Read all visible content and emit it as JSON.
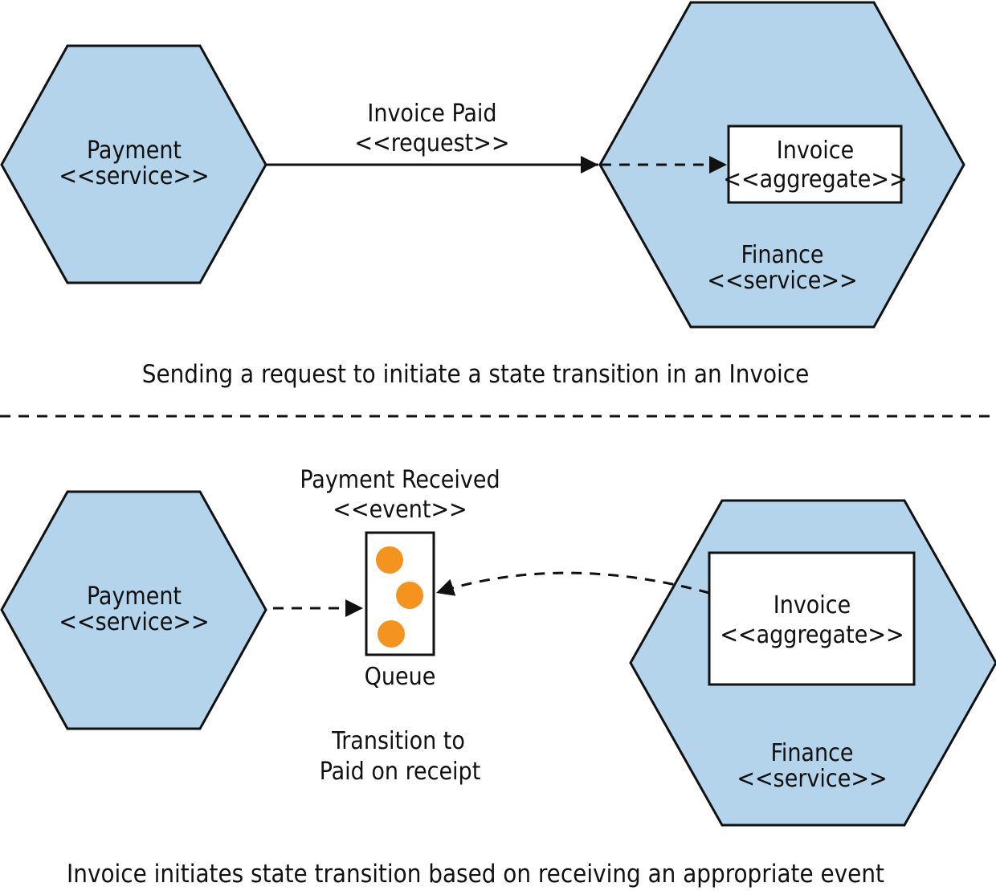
{
  "colors": {
    "hexagon_fill": "#b3d4ea",
    "stroke": "#111111",
    "event_dot": "#f4941e",
    "background": "#ffffff"
  },
  "top": {
    "payment": {
      "name": "Payment",
      "stereotype": "<<service>>"
    },
    "request": {
      "name": "Invoice Paid",
      "stereotype": "<<request>>"
    },
    "invoice": {
      "name": "Invoice",
      "stereotype": "<<aggregate>>"
    },
    "finance": {
      "name": "Finance",
      "stereotype": "<<service>>"
    },
    "caption": "Sending a request to initiate a state transition in an Invoice"
  },
  "bottom": {
    "payment": {
      "name": "Payment",
      "stereotype": "<<service>>"
    },
    "event": {
      "name": "Payment Received",
      "stereotype": "<<event>>"
    },
    "queue": {
      "label": "Queue"
    },
    "transition": {
      "line1": "Transition to",
      "line2": "Paid on receipt"
    },
    "invoice": {
      "name": "Invoice",
      "stereotype": "<<aggregate>>"
    },
    "finance": {
      "name": "Finance",
      "stereotype": "<<service>>"
    },
    "caption": "Invoice initiates state transition based on  receiving an appropriate event"
  }
}
